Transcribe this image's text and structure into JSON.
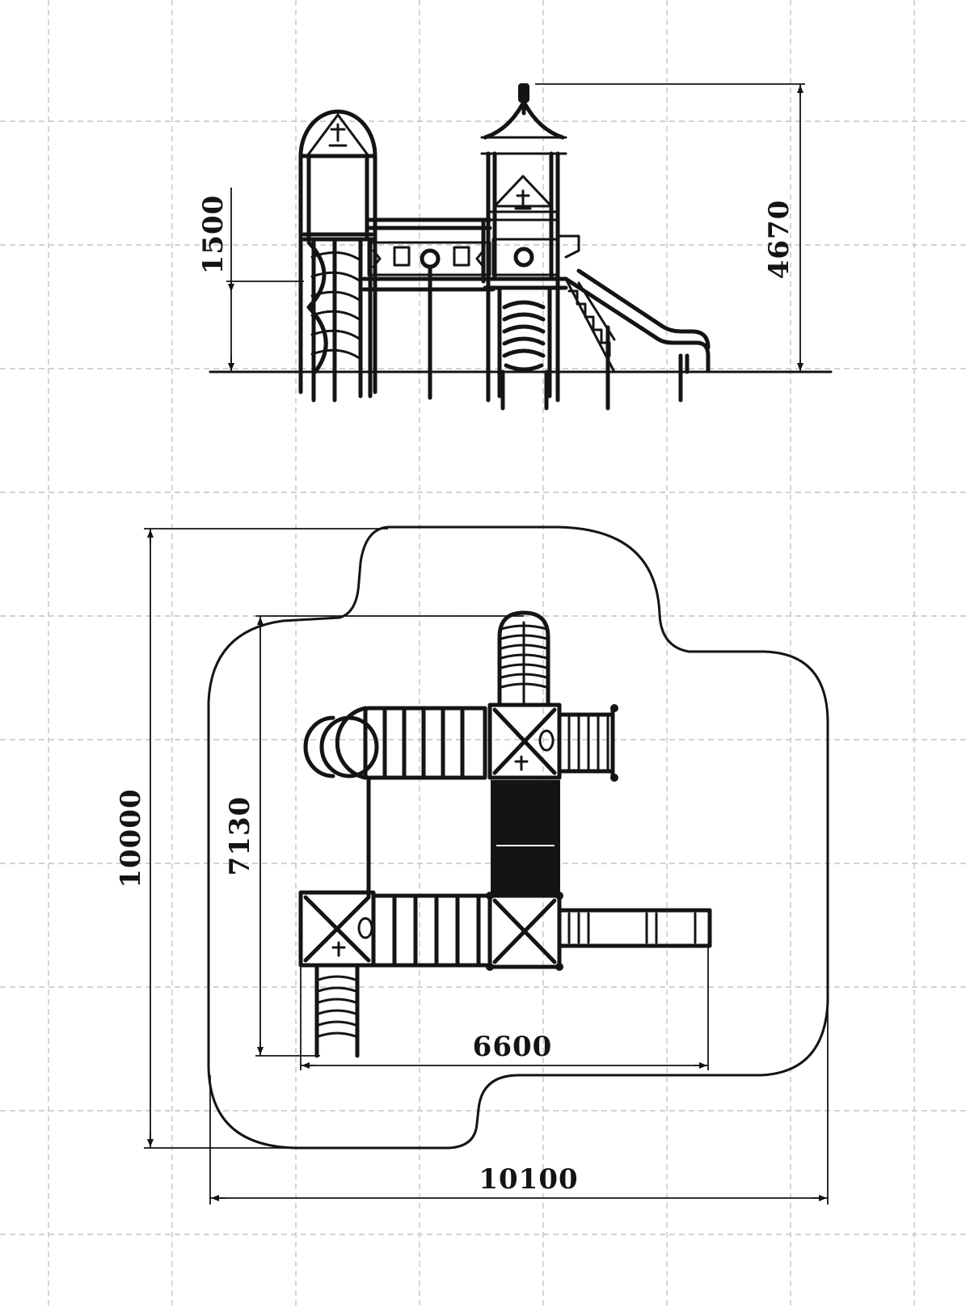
{
  "dimensions": {
    "side_view": {
      "platform_height": "1500",
      "total_height": "4670"
    },
    "plan_view": {
      "site_depth": "10000",
      "structure_depth": "7130",
      "structure_width": "6600",
      "site_width": "10100"
    }
  },
  "colors": {
    "ink": "#141414",
    "grid": "#c8c4b8",
    "background": "#ffffff"
  }
}
